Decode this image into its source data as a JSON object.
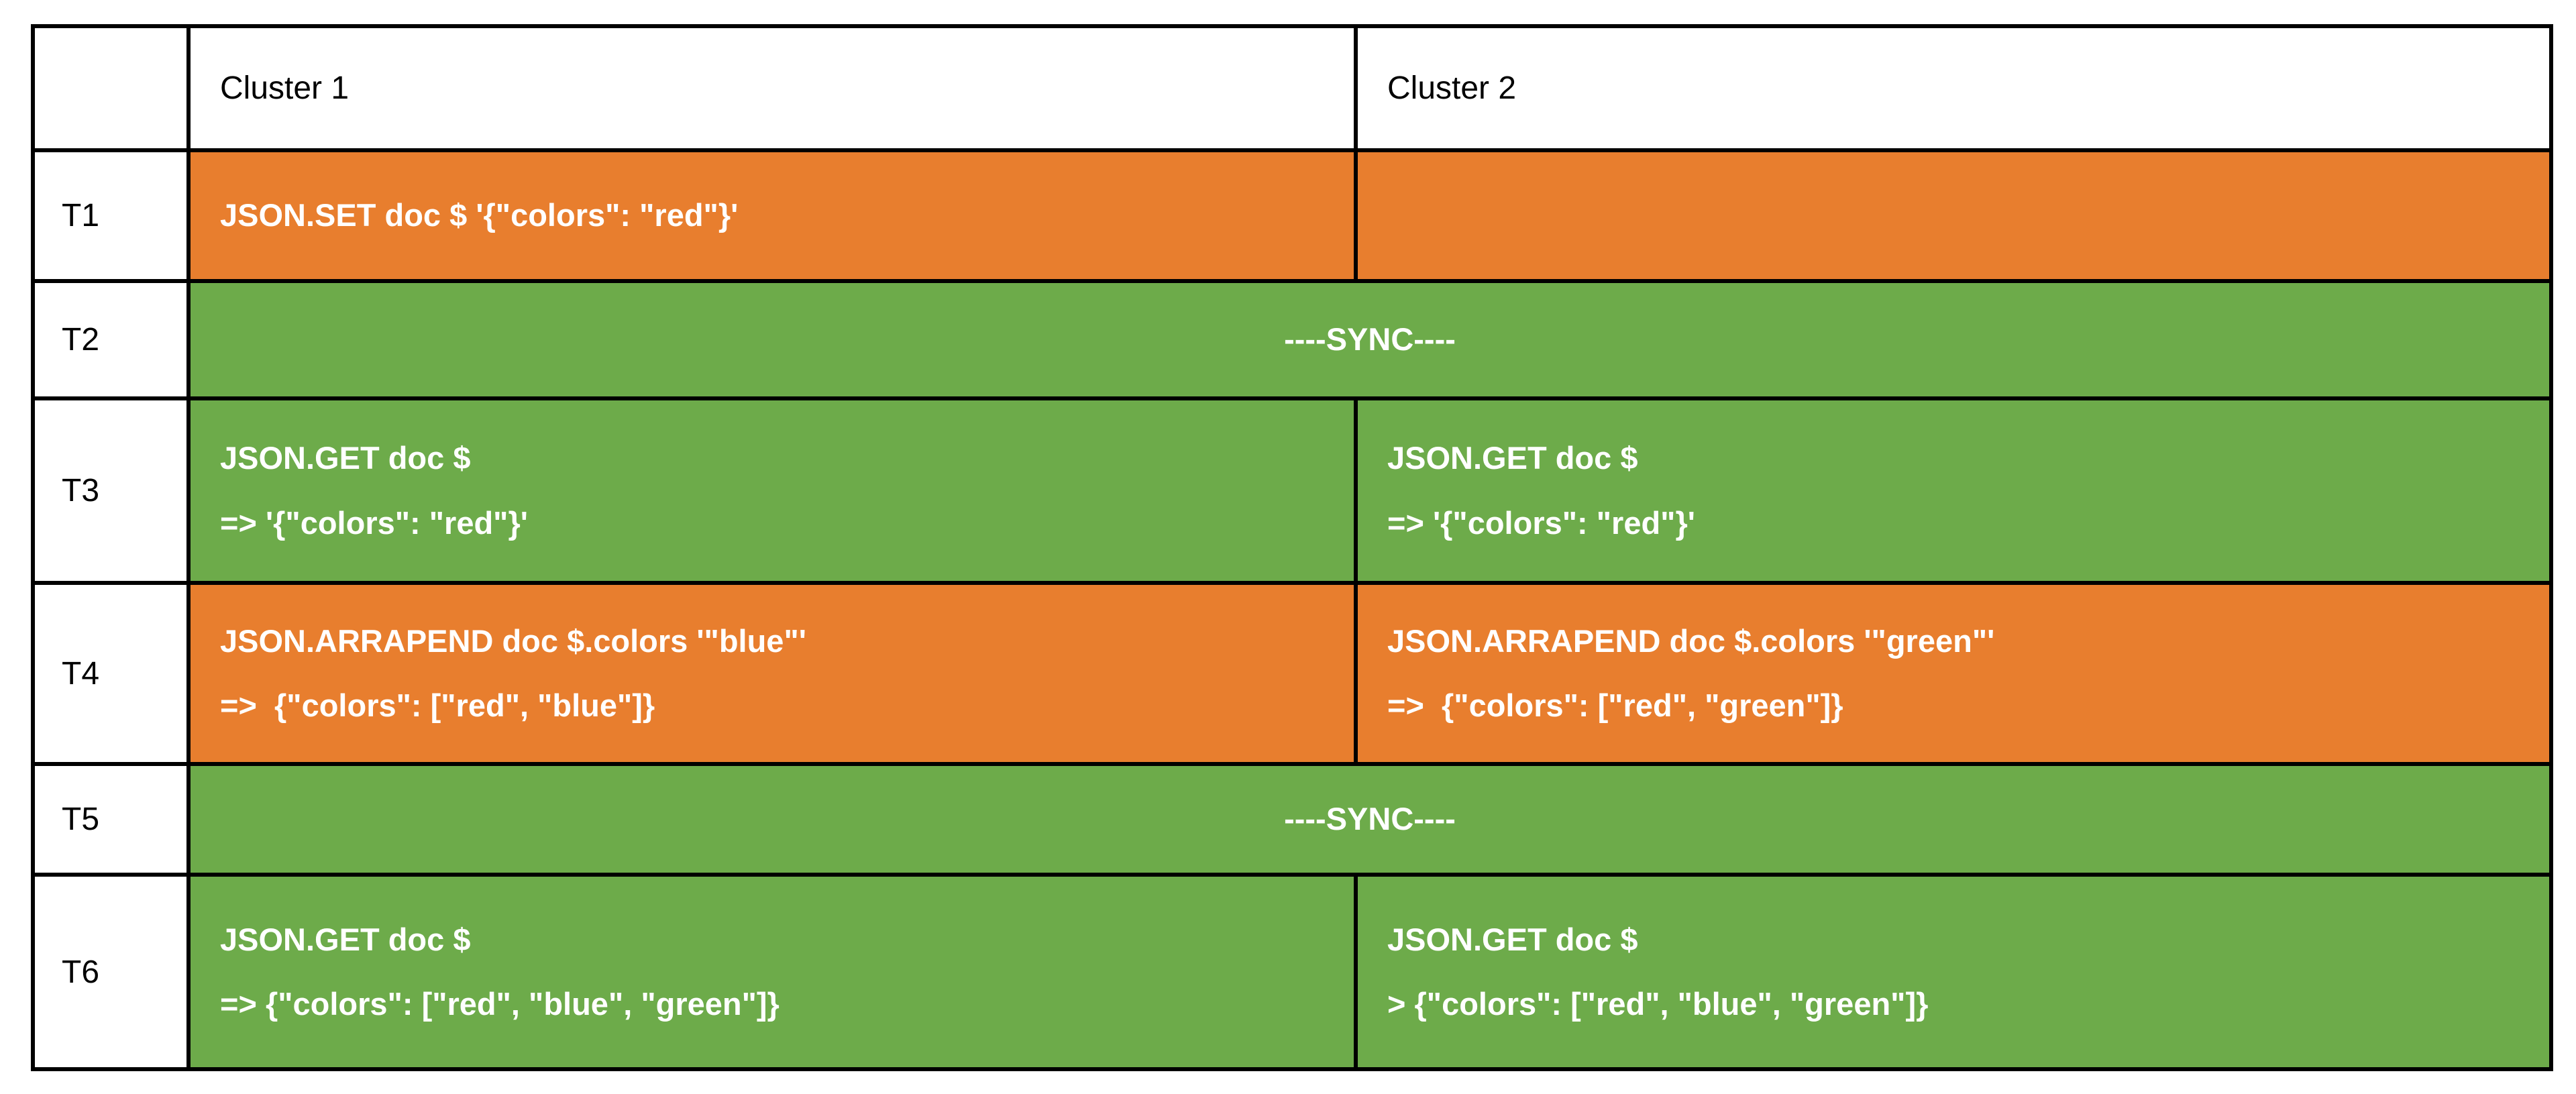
{
  "table": {
    "columns": {
      "time": "",
      "cluster1": "Cluster 1",
      "cluster2": "Cluster 2"
    },
    "colors": {
      "orange_fill": "#E87E2E",
      "green_fill": "#6DAB4A",
      "border": "#000000",
      "command_text": "#FFFFFF",
      "header_text": "#000000",
      "background": "#FFFFFF"
    },
    "rows": [
      {
        "label": "T1",
        "fill": "orange",
        "cluster1": "JSON.SET doc $ '{\"colors\": \"red\"}'",
        "cluster2": ""
      },
      {
        "label": "T2",
        "fill": "green",
        "merged": "----SYNC----"
      },
      {
        "label": "T3",
        "fill": "green",
        "cluster1": "JSON.GET doc $\n=> '{\"colors\": \"red\"}'",
        "cluster2": "JSON.GET doc $\n=> '{\"colors\": \"red\"}'"
      },
      {
        "label": "T4",
        "fill": "orange",
        "cluster1": "JSON.ARRAPEND doc $.colors '\"blue\"'\n=>  {\"colors\": [\"red\", \"blue\"]}",
        "cluster2": "JSON.ARRAPEND doc $.colors '\"green\"'\n=>  {\"colors\": [\"red\", \"green\"]}"
      },
      {
        "label": "T5",
        "fill": "green",
        "merged": "----SYNC----"
      },
      {
        "label": "T6",
        "fill": "green",
        "cluster1": "JSON.GET doc $\n=> {\"colors\": [\"red\", \"blue\", \"green\"]}",
        "cluster2": "JSON.GET doc $\n> {\"colors\": [\"red\", \"blue\", \"green\"]}"
      }
    ]
  }
}
